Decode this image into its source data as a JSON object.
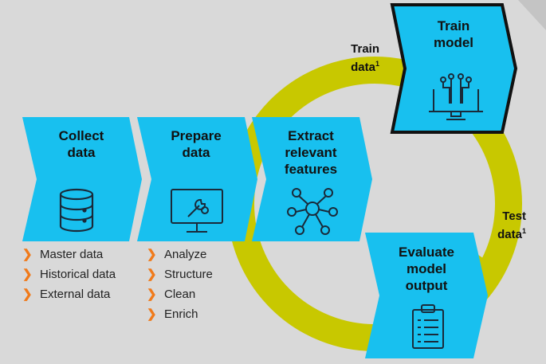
{
  "colors": {
    "background": "#d9d9d9",
    "arrow_fill": "#18c0ef",
    "highlight_border": "#111111",
    "cycle_yellow": "#c8c800",
    "bullet_accent": "#f07a1a",
    "icon_stroke": "#1a2a3a"
  },
  "steps": [
    {
      "line1": "Collect",
      "line2": "data",
      "icon": "database-icon"
    },
    {
      "line1": "Prepare",
      "line2": "data",
      "icon": "monitor-wrench-gear-icon"
    },
    {
      "line1": "Extract",
      "line2": "relevant",
      "line3": "features",
      "icon": "network-hub-icon"
    },
    {
      "line1": "Train",
      "line2": "model",
      "icon": "monitor-circuit-icon"
    },
    {
      "line1": "Evaluate",
      "line2": "model",
      "line3": "output",
      "icon": "clipboard-checklist-icon"
    }
  ],
  "cycle_labels": {
    "train": {
      "line1": "Train",
      "line2": "data",
      "footnote": "1"
    },
    "test": {
      "line1": "Test",
      "line2": "data",
      "footnote": "1"
    }
  },
  "lists": {
    "collect": [
      "Master data",
      "Historical data",
      "External data"
    ],
    "prepare": [
      "Analyze",
      "Structure",
      "Clean",
      "Enrich"
    ]
  },
  "bullet_glyph": "❯"
}
